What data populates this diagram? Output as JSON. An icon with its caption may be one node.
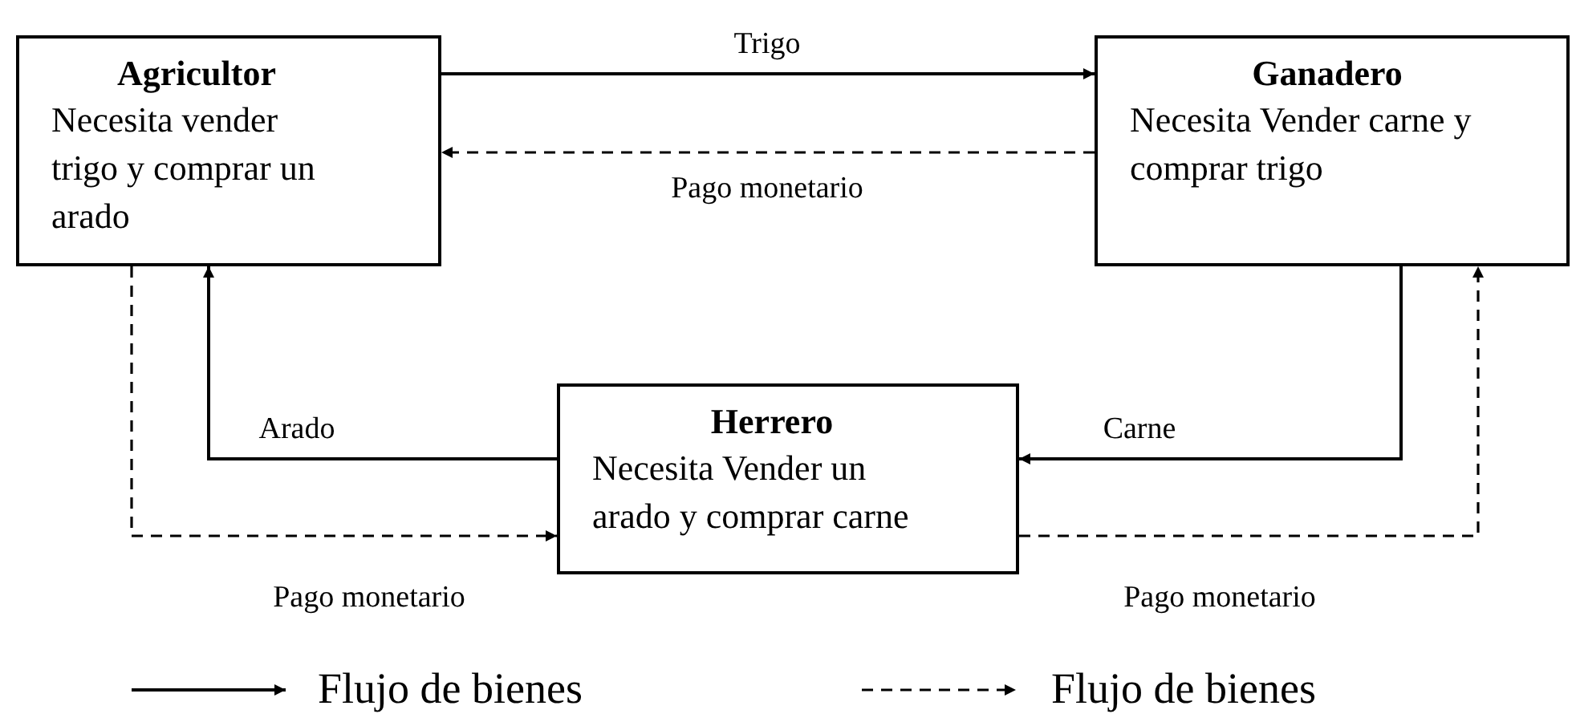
{
  "diagram": {
    "nodes": [
      {
        "text": [
          "Agricultor",
          "Necesita vender trigo y comprar un arado"
        ]
      },
      {
        "text": [
          "Ganadero",
          "Necesita Vender carne y comprar trigo"
        ]
      },
      {
        "text": [
          "Herrero",
          "Necesita Vender un arado y comprar carne"
        ]
      }
    ],
    "edges": [
      {
        "from": 0,
        "to": 1,
        "arrow": "to",
        "label": "Trigo"
      },
      {
        "from": 1,
        "to": 0,
        "arrow": "to",
        "label": "Pago monetario",
        "style": "dashed"
      },
      {
        "from": 2,
        "to": 0,
        "arrow": "to",
        "label": "Arado"
      },
      {
        "from": 0,
        "to": 2,
        "arrow": "to",
        "label": "Pago monetario",
        "style": "dashed"
      },
      {
        "from": 1,
        "to": 2,
        "arrow": "to",
        "label": "Carne"
      },
      {
        "from": 2,
        "to": 1,
        "arrow": "to",
        "label": "Pago monetario",
        "style": "dashed"
      }
    ],
    "legend": [
      {
        "text": "Flujo de bienes"
      },
      {
        "text": "Flujo de bienes"
      }
    ]
  }
}
